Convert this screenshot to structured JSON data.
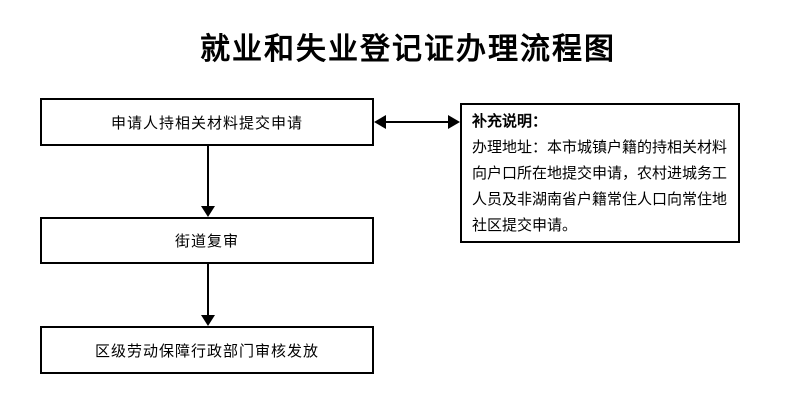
{
  "title": "就业和失业登记证办理流程图",
  "flowchart": {
    "steps": [
      {
        "label": "申请人持相关材料提交申请"
      },
      {
        "label": "街道复审"
      },
      {
        "label": "区级劳动保障行政部门审核发放"
      }
    ],
    "note": {
      "heading": "补充说明：",
      "body": "办理地址：本市城镇户籍的持相关材料向户口所在地提交申请，农村进城务工人员及非湖南省户籍常住人口向常住地社区提交申请。"
    },
    "connectors": [
      {
        "name": "double-arrow",
        "type": "horizontal-bidirectional"
      },
      {
        "name": "down-arrow-1",
        "type": "vertical-down"
      },
      {
        "name": "down-arrow-2",
        "type": "vertical-down"
      }
    ]
  },
  "colors": {
    "line": "#000000",
    "text": "#000000",
    "background": "#ffffff"
  }
}
